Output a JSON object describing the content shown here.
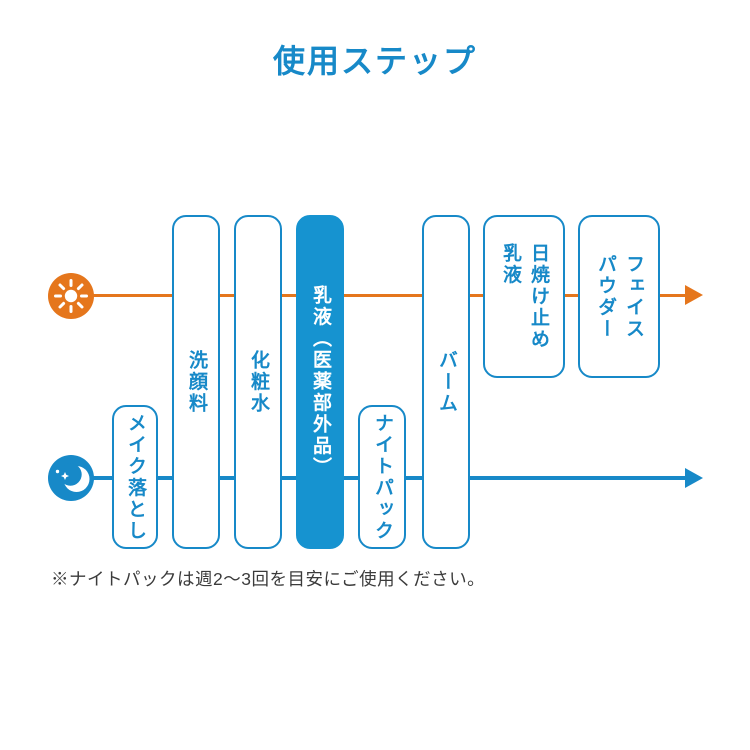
{
  "title": "使用ステップ",
  "colors": {
    "blue": "#1789c8",
    "blue_fill": "#1693d0",
    "orange": "#e5761c",
    "footnote_text": "#3b3b3b"
  },
  "lanes": {
    "day": {
      "icon": "sun-icon",
      "color": "#e5761c"
    },
    "night": {
      "icon": "moon-icon",
      "color": "#1789c8"
    }
  },
  "steps": [
    {
      "id": "makeup-remover",
      "label": "メイク落とし",
      "lanes": "night",
      "highlighted": false
    },
    {
      "id": "face-wash",
      "label": "洗顔料",
      "lanes": "both",
      "highlighted": false
    },
    {
      "id": "toner",
      "label": "化粧水",
      "lanes": "both",
      "highlighted": false
    },
    {
      "id": "milky-lotion",
      "label": "乳液（医薬部外品）",
      "lanes": "both",
      "highlighted": true
    },
    {
      "id": "night-pack",
      "label": "ナイトパック",
      "lanes": "night",
      "highlighted": false
    },
    {
      "id": "balm",
      "label": "バーム",
      "lanes": "both",
      "highlighted": false
    },
    {
      "id": "sunscreen-milk",
      "label": [
        "日焼け止め",
        "乳液"
      ],
      "lanes": "day",
      "highlighted": false
    },
    {
      "id": "face-powder",
      "label": [
        "フェイス",
        "パウダー"
      ],
      "lanes": "day",
      "highlighted": false
    }
  ],
  "footnote": "※ナイトパックは週2〜3回を目安にご使用ください。"
}
